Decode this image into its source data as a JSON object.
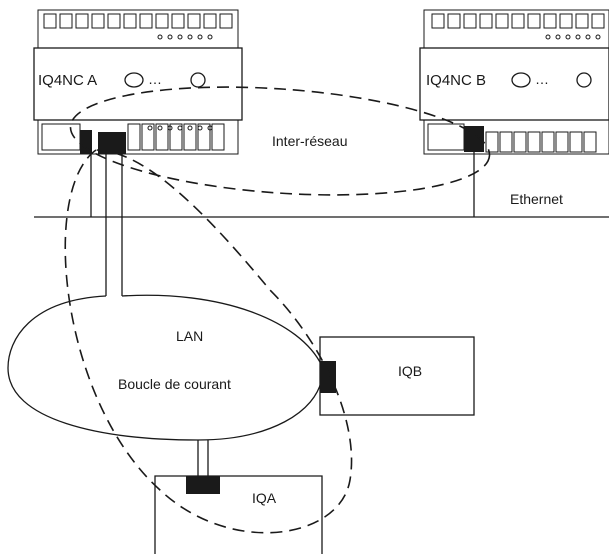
{
  "controllers": {
    "a": {
      "label": "IQ4NC A",
      "dots": "…"
    },
    "b": {
      "label": "IQ4NC B",
      "dots": "…"
    }
  },
  "networks": {
    "internetwork_label": "Inter-réseau",
    "ethernet_label": "Ethernet",
    "lan_label": "LAN",
    "current_loop_label": "Boucle de courant"
  },
  "devices": {
    "iqb": {
      "label": "IQB"
    },
    "iqa": {
      "label": "IQA"
    }
  }
}
